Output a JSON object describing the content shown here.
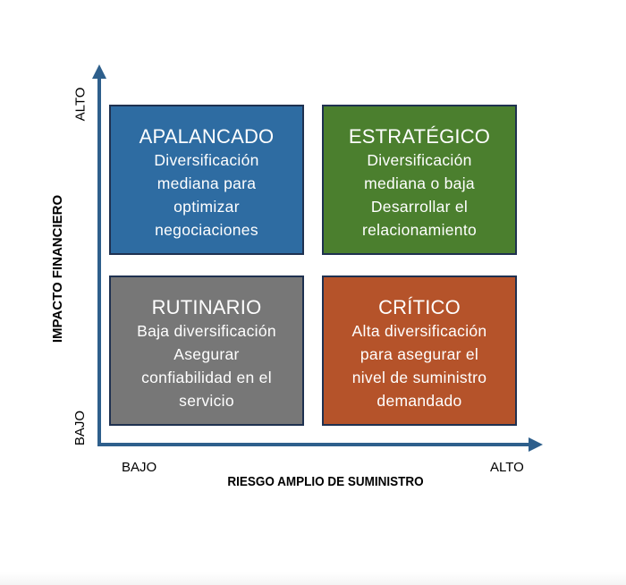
{
  "colors": {
    "axis": "#2e5f8c",
    "quadrant_border": "#1f3150",
    "apalancado": "#2e6ca2",
    "estrategico": "#4b7f2e",
    "rutinario": "#777777",
    "critico": "#b5532a"
  },
  "axes": {
    "y_title": "IMPACTO FINANCIERO",
    "y_low": "BAJO",
    "y_high": "ALTO",
    "x_title": "RIESGO AMPLIO DE SUMINISTRO",
    "x_low": "BAJO",
    "x_high": "ALTO"
  },
  "quadrants": {
    "top_left": {
      "title": "APALANCADO",
      "lines": [
        "Diversificación",
        "mediana para",
        "optimizar",
        "negociaciones"
      ]
    },
    "top_right": {
      "title": "ESTRATÉGICO",
      "lines": [
        "Diversificación",
        "mediana o baja",
        "Desarrollar el",
        "relacionamiento"
      ]
    },
    "bottom_left": {
      "title": "RUTINARIO",
      "lines": [
        "Baja diversificación",
        "Asegurar",
        "confiabilidad en el",
        "servicio"
      ]
    },
    "bottom_right": {
      "title": "CRÍTICO",
      "lines": [
        "Alta diversificación",
        "para asegurar el",
        "nivel de suministro",
        "demandado"
      ]
    }
  }
}
